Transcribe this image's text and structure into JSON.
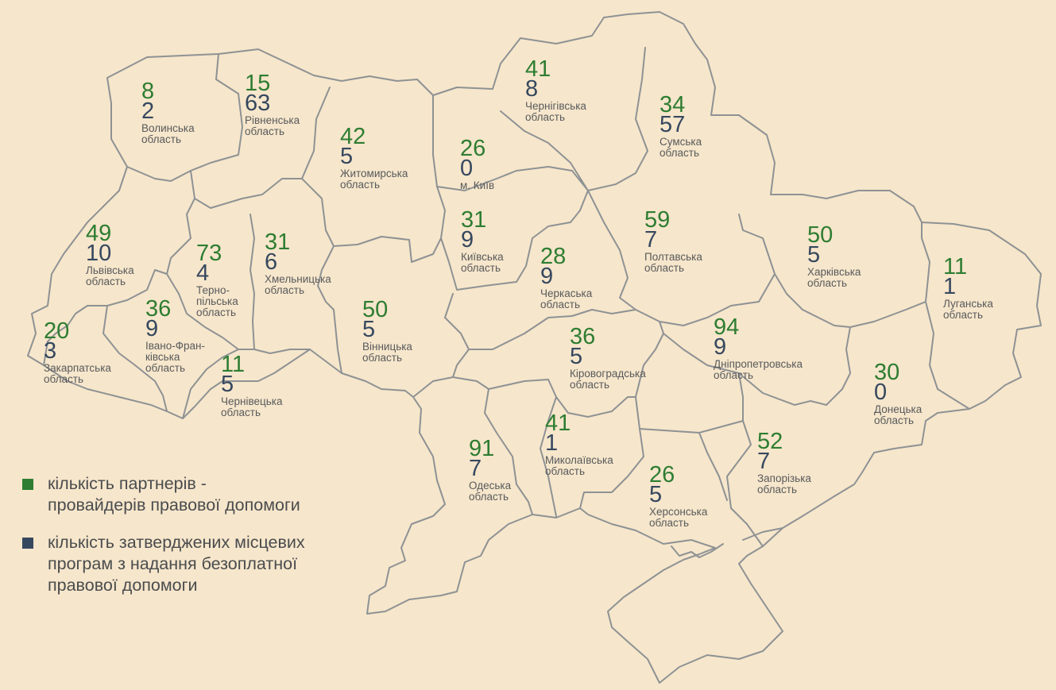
{
  "legend": {
    "green_color": "#2e7d32",
    "blue_color": "#36485f",
    "items": [
      {
        "lines": [
          "кількість партнерів -",
          "провайдерів правової допомоги"
        ]
      },
      {
        "lines": [
          "кількість затверджених місцевих",
          "програм з надання безоплатної",
          "правової допомоги"
        ]
      }
    ]
  },
  "regions": [
    {
      "name": [
        "Волинська",
        "область"
      ],
      "partners": "8",
      "programs": "2"
    },
    {
      "name": [
        "Рівненська",
        "область"
      ],
      "partners": "15",
      "programs": "63"
    },
    {
      "name": [
        "Житомирська",
        "область"
      ],
      "partners": "42",
      "programs": "5"
    },
    {
      "name": [
        "м. Київ"
      ],
      "partners": "26",
      "programs": "0"
    },
    {
      "name": [
        "Чернігівська",
        "область"
      ],
      "partners": "41",
      "programs": "8"
    },
    {
      "name": [
        "Сумська",
        "область"
      ],
      "partners": "34",
      "programs": "57"
    },
    {
      "name": [
        "Львівська",
        "область"
      ],
      "partners": "49",
      "programs": "10"
    },
    {
      "name": [
        "Терно-",
        "пільська",
        "область"
      ],
      "partners": "73",
      "programs": "4"
    },
    {
      "name": [
        "Хмельницька",
        "область"
      ],
      "partners": "31",
      "programs": "6"
    },
    {
      "name": [
        "Київська",
        "область"
      ],
      "partners": "31",
      "programs": "9"
    },
    {
      "name": [
        "Черкаська",
        "область"
      ],
      "partners": "28",
      "programs": "9"
    },
    {
      "name": [
        "Полтавська",
        "область"
      ],
      "partners": "59",
      "programs": "7"
    },
    {
      "name": [
        "Харківська",
        "область"
      ],
      "partners": "50",
      "programs": "5"
    },
    {
      "name": [
        "Луганська",
        "область"
      ],
      "partners": "11",
      "programs": "1"
    },
    {
      "name": [
        "Закарпатська",
        "область"
      ],
      "partners": "20",
      "programs": "3"
    },
    {
      "name": [
        "Івано-Фран-",
        "ківська",
        "область"
      ],
      "partners": "36",
      "programs": "9"
    },
    {
      "name": [
        "Чернівецька",
        "область"
      ],
      "partners": "11",
      "programs": "5"
    },
    {
      "name": [
        "Вінницька",
        "область"
      ],
      "partners": "50",
      "programs": "5"
    },
    {
      "name": [
        "Кіровоградська",
        "область"
      ],
      "partners": "36",
      "programs": "5"
    },
    {
      "name": [
        "Дніпропетровська",
        "область"
      ],
      "partners": "94",
      "programs": "9"
    },
    {
      "name": [
        "Донецька",
        "область"
      ],
      "partners": "30",
      "programs": "0"
    },
    {
      "name": [
        "Одеська",
        "область"
      ],
      "partners": "91",
      "programs": "7"
    },
    {
      "name": [
        "Миколаївська",
        "область"
      ],
      "partners": "41",
      "programs": "1"
    },
    {
      "name": [
        "Херсонська",
        "область"
      ],
      "partners": "26",
      "programs": "5"
    },
    {
      "name": [
        "Запорізька",
        "область"
      ],
      "partners": "52",
      "programs": "7"
    }
  ]
}
